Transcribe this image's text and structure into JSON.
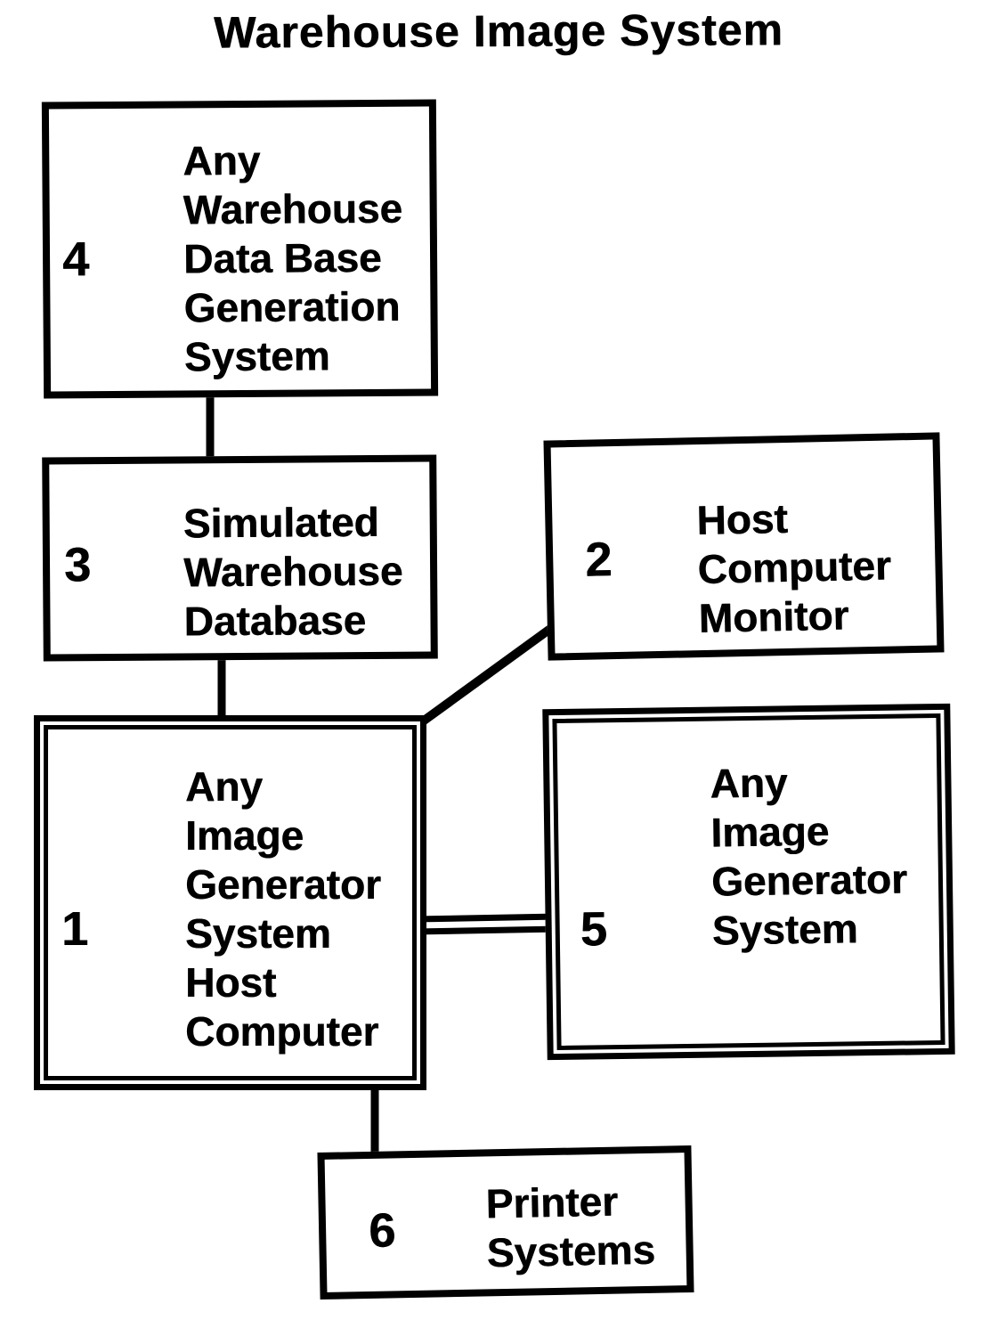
{
  "title": "Warehouse Image System",
  "diagram": {
    "type": "block-diagram",
    "colors": {
      "ink": "#000000",
      "background": "#ffffff"
    },
    "nodes": {
      "n4": {
        "num": "4",
        "text": "Any\nWarehouse\nData Base\nGeneration\nSystem"
      },
      "n3": {
        "num": "3",
        "text": "Simulated\nWarehouse\nDatabase"
      },
      "n2": {
        "num": "2",
        "text": "Host\nComputer\nMonitor"
      },
      "n1": {
        "num": "1",
        "text": "Any\nImage\nGenerator\nSystem\nHost\nComputer"
      },
      "n5": {
        "num": "5",
        "text": "Any\nImage\nGenerator\nSystem"
      },
      "n6": {
        "num": "6",
        "text": "Printer\nSystems"
      }
    },
    "edges": [
      {
        "from": "4",
        "to": "3",
        "style": "single-vertical-line"
      },
      {
        "from": "3",
        "to": "1",
        "style": "single-vertical-line"
      },
      {
        "from": "2",
        "to": "1",
        "style": "single-diagonal-line"
      },
      {
        "from": "1",
        "to": "5",
        "style": "double-horizontal-line"
      },
      {
        "from": "1",
        "to": "6",
        "style": "single-vertical-line"
      }
    ]
  }
}
